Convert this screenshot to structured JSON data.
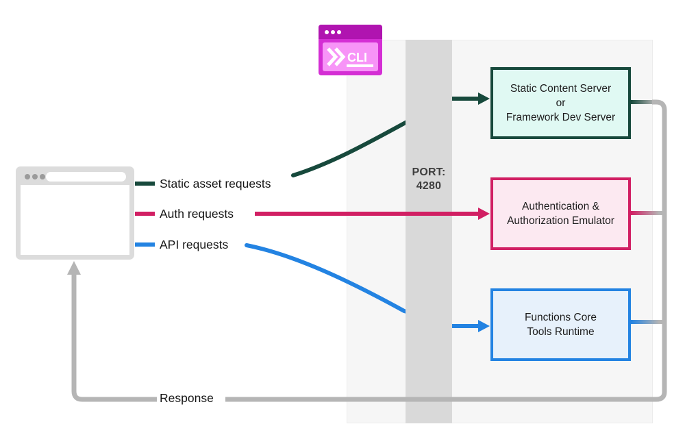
{
  "diagram": {
    "title_hint": "Static Web Apps CLI local dev architecture",
    "labels": {
      "static": "Static asset requests",
      "auth": "Auth requests",
      "api": "API requests",
      "response": "Response"
    },
    "port": {
      "line1": "PORT:",
      "line2": "4280"
    },
    "cli_icon": {
      "label": "CLI"
    },
    "boxes": {
      "static_server": {
        "line1": "Static Content Server",
        "line2": "or",
        "line3": "Framework Dev Server"
      },
      "auth_emulator": {
        "line1": "Authentication &",
        "line2": "Authorization Emulator"
      },
      "functions_runtime": {
        "line1": "Functions Core",
        "line2": "Tools Runtime"
      }
    },
    "colors": {
      "green": "#17493c",
      "pink": "#d11f63",
      "blue": "#2383e2",
      "gray_line": "#b5b5b5",
      "panel": "#f6f6f6",
      "bar": "#d9d9d9",
      "mint_fill": "#e0f9f3",
      "pink_fill": "#fce9f1",
      "blue_fill": "#e7f1fb",
      "cli_titlebar": "#b014b0",
      "cli_frame": "#d42ed4",
      "cli_inner": "#f794f7"
    }
  }
}
